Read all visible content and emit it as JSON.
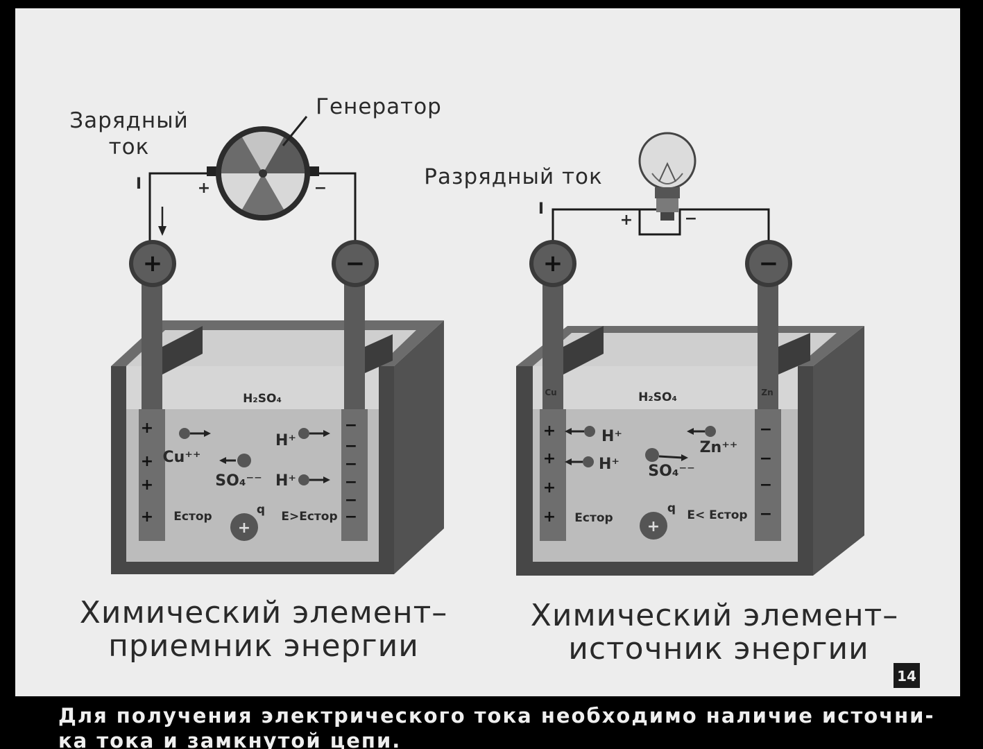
{
  "labels": {
    "charging_current": [
      "Зарядный",
      "ток"
    ],
    "generator": "Генератор",
    "discharge_current": "Разрядный ток",
    "current_symbol": "I",
    "plus": "+",
    "minus": "−"
  },
  "left_cell": {
    "electrolyte": "H₂SO₄",
    "ions": [
      "Cu⁺⁺",
      "SO₄⁻⁻",
      "H⁺",
      "H⁺"
    ],
    "field_outside": "Eстор",
    "field_compare": "E>Eстор",
    "charge": "q",
    "title": [
      "Химический элемент–",
      "приемник энергии"
    ]
  },
  "right_cell": {
    "electrolyte": "H₂SO₄",
    "electrode_left": "Cu",
    "electrode_right": "Zn",
    "ions": [
      "H⁺",
      "H⁺",
      "Zn⁺⁺",
      "SO₄⁻⁻"
    ],
    "field_outside": "Eстор",
    "field_compare": "E< Eстор",
    "charge": "q",
    "title": [
      "Химический элемент–",
      "источник энергии"
    ]
  },
  "page_number": "14",
  "caption": [
    "Для получения электрического тока необходимо наличие источни-",
    "ка тока и замкнутой цепи."
  ],
  "colors": {
    "background": "#efefef",
    "tank": "#4a4a4a",
    "liquid": "#bdbdbd",
    "electrode": "#555555"
  }
}
